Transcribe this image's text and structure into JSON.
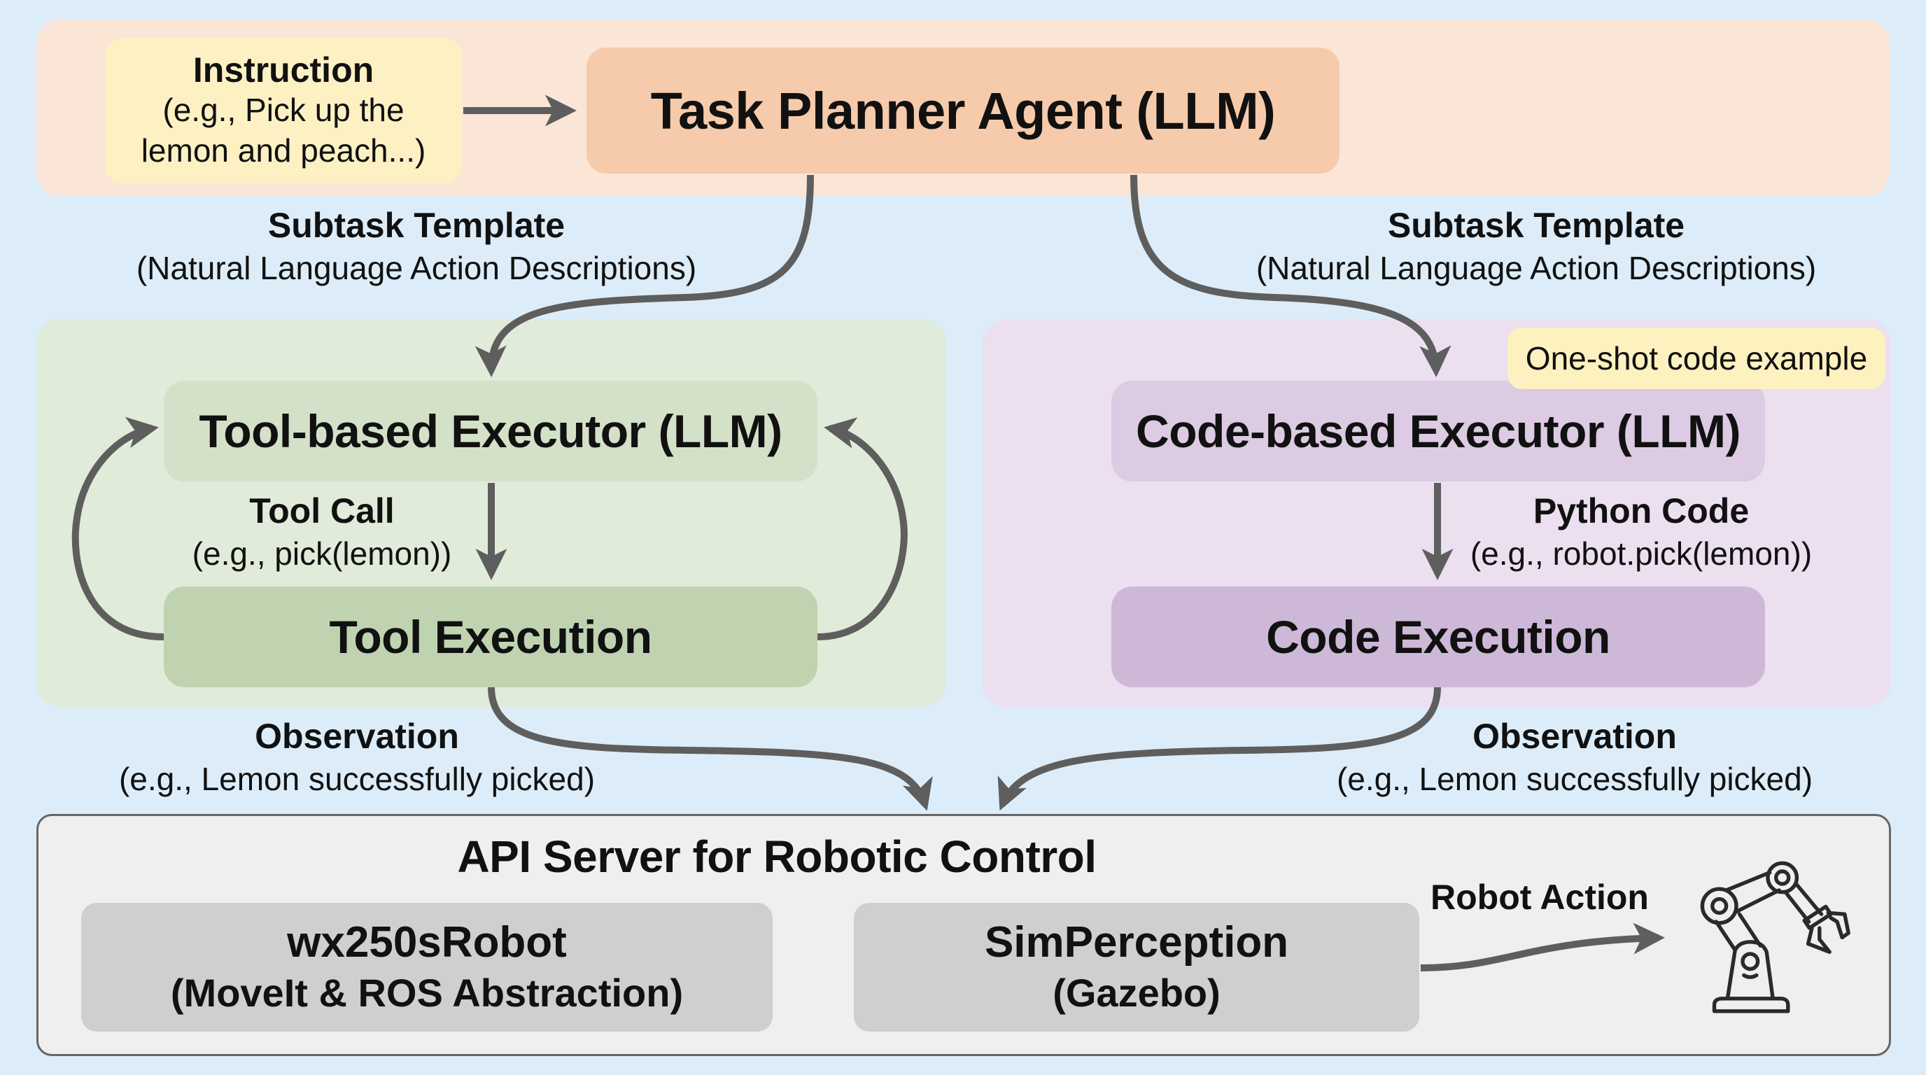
{
  "colors": {
    "background": "#dcedf9",
    "planner_band": "#fbe5d6",
    "instruction_box": "#fdf1c4",
    "planner_box": "#f6cbab",
    "tool_panel": "#e1ebd9",
    "tool_box_top": "#d3e1c8",
    "tool_box_bottom": "#c0d3b1",
    "code_panel": "#ebdff0",
    "code_box_top": "#dccbe3",
    "code_box_bottom": "#cdb9d7",
    "oneshot_note": "#fdf1c0",
    "api_panel": "#efefef",
    "api_panel_border": "#666666",
    "api_box": "#cfcfcf",
    "arrow": "#5e5e5e"
  },
  "instruction": {
    "title": "Instruction",
    "line1": "(e.g., Pick up the",
    "line2": "lemon and peach...)"
  },
  "planner": {
    "title": "Task Planner Agent (LLM)"
  },
  "subtask_left": {
    "title": "Subtask Template",
    "detail": "(Natural Language Action Descriptions)"
  },
  "subtask_right": {
    "title": "Subtask Template",
    "detail": "(Natural Language Action Descriptions)"
  },
  "tool_branch": {
    "executor": "Tool-based Executor (LLM)",
    "call_title": "Tool Call",
    "call_detail": "(e.g., pick(lemon))",
    "execution": "Tool Execution"
  },
  "code_branch": {
    "note": "One-shot code example",
    "executor": "Code-based Executor (LLM)",
    "code_title": "Python Code",
    "code_detail": "(e.g., robot.pick(lemon))",
    "execution": "Code Execution"
  },
  "observation_left": {
    "title": "Observation",
    "detail": "(e.g., Lemon successfully picked)"
  },
  "observation_right": {
    "title": "Observation",
    "detail": "(e.g., Lemon successfully picked)"
  },
  "api_server": {
    "title": "API Server for Robotic Control",
    "robot_box": {
      "title": "wx250sRobot",
      "detail": "(MoveIt & ROS Abstraction)"
    },
    "perception_box": {
      "title": "SimPerception",
      "detail": "(Gazebo)"
    },
    "action_label": "Robot Action",
    "icon": "robot-arm-icon"
  }
}
